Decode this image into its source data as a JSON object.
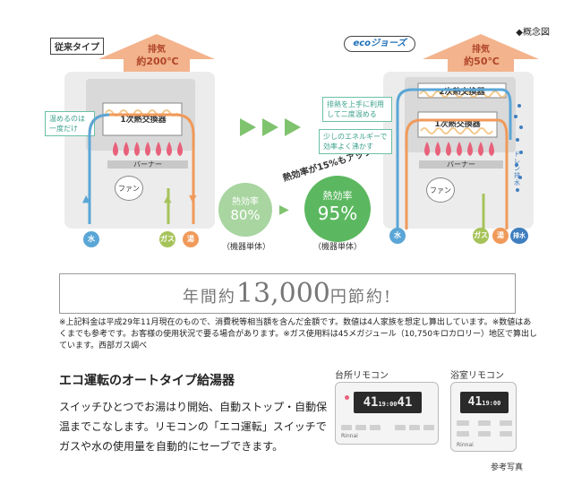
{
  "concept_label": "◆概念図",
  "left": {
    "title": "従来タイプ",
    "exhaust_label": "排気",
    "exhaust_temp": "約200℃",
    "hx1": "1次熱交換器",
    "note": "温めるのは\n一度だけ",
    "burner": "バーナー",
    "fan": "ファン",
    "pipes": [
      "水",
      "ガス",
      "湯"
    ]
  },
  "right": {
    "logo": "ecoジョーズ",
    "exhaust_label": "排気",
    "exhaust_temp": "約50℃",
    "hx2": "2次熱交換器",
    "hx1": "1次熱交換器",
    "note1": "排熱を上手に利用\nして二度温める",
    "note2": "少しのエネルギーで\n効率よく沸かす",
    "burner": "バーナー",
    "fan": "ファン",
    "drain_label": "ドレン排水",
    "pipes": [
      "水",
      "ガス",
      "湯",
      "排水"
    ]
  },
  "efficiency": {
    "before_label": "熱効率",
    "before_value": "80%",
    "before_sub": "（機器単体）",
    "after_label": "熱効率",
    "after_value": "95%",
    "after_sub": "（機器単体）",
    "banner": "熱効率が15%もアップ"
  },
  "savings": {
    "prefix": "年間約",
    "amount": "13,000",
    "suffix": "円節約!"
  },
  "footnote": "※上記料金は平成29年11月現在のもので、消費税等相当額を含んだ金額です。数値は4人家族を想定し算出しています。※数値はあくまでも参考です。お客様の使用状況で要る場合があります。※ガス使用料は45メガジュール（10,750キロカロリー）地区で算出しています。西部ガス調べ",
  "section": {
    "title": "エコ運転のオートタイプ給湯器",
    "body": "スイッチひとつでお湯はり開始、自動ストップ・自動保温までこなします。リモコンの「エコ運転」スイッチでガスや水の使用量を自動的にセーブできます。"
  },
  "remotes": {
    "kitchen_label": "台所リモコン",
    "bath_label": "浴室リモコン",
    "kitchen_display": "41",
    "kitchen_time": "19:00",
    "kitchen_display2": "41",
    "bath_display": "41",
    "bath_time": "19:00",
    "brand": "Rinnai",
    "photo_caption": "参考写真"
  },
  "colors": {
    "arrow_orange": "#f3a97a",
    "water_blue": "#5aa6d6",
    "gas_green": "#a6c35a",
    "hot_orange": "#f09a5a",
    "drain_blue": "#3f7ebf",
    "flame_pink": "#e8617a",
    "eff_green_light": "#a8d5a0",
    "eff_green": "#6dbf6a",
    "note_teal": "#3aa08c"
  }
}
